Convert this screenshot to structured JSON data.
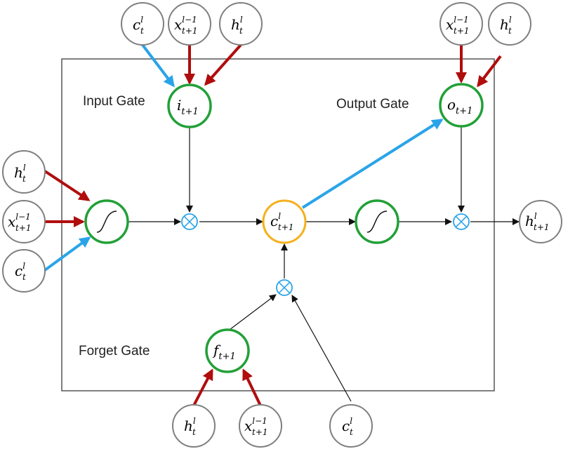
{
  "gates": {
    "input_label": "Input Gate",
    "output_label": "Output Gate",
    "forget_label": "Forget Gate"
  },
  "nodes": {
    "top_c": {
      "base": "c",
      "sup": "l",
      "sub": "t"
    },
    "top_x1": {
      "base": "x",
      "sup": "l−1",
      "sub": "t+1"
    },
    "top_h1": {
      "base": "h",
      "sup": "l",
      "sub": "t"
    },
    "top_x2": {
      "base": "x",
      "sup": "l−1",
      "sub": "t+1"
    },
    "top_h2": {
      "base": "h",
      "sup": "l",
      "sub": "t"
    },
    "left_h": {
      "base": "h",
      "sup": "l",
      "sub": "t"
    },
    "left_x": {
      "base": "x",
      "sup": "l−1",
      "sub": "t+1"
    },
    "left_c": {
      "base": "c",
      "sup": "l",
      "sub": "t"
    },
    "input_gate": {
      "base": "i",
      "sub": "t+1"
    },
    "output_gate": {
      "base": "o",
      "sub": "t+1"
    },
    "forget_gate": {
      "base": "f",
      "sub": "t+1"
    },
    "cell": {
      "base": "c",
      "sup": "l",
      "sub": "t+1"
    },
    "output": {
      "base": "h",
      "sup": "l",
      "sub": "t+1"
    },
    "bot_h": {
      "base": "h",
      "sup": "l",
      "sub": "t"
    },
    "bot_x": {
      "base": "x",
      "sup": "l−1",
      "sub": "t+1"
    },
    "bot_c": {
      "base": "c",
      "sup": "l",
      "sub": "t"
    }
  },
  "colors": {
    "gate_green": "#22a038",
    "cell_orange": "#f5b01c",
    "red_arrow": "#b00d0d",
    "blue_arrow": "#2aa4e8",
    "gray_circle": "#7f7f7f",
    "line_black": "#111111",
    "multiply_blue": "#2aa4e8"
  }
}
